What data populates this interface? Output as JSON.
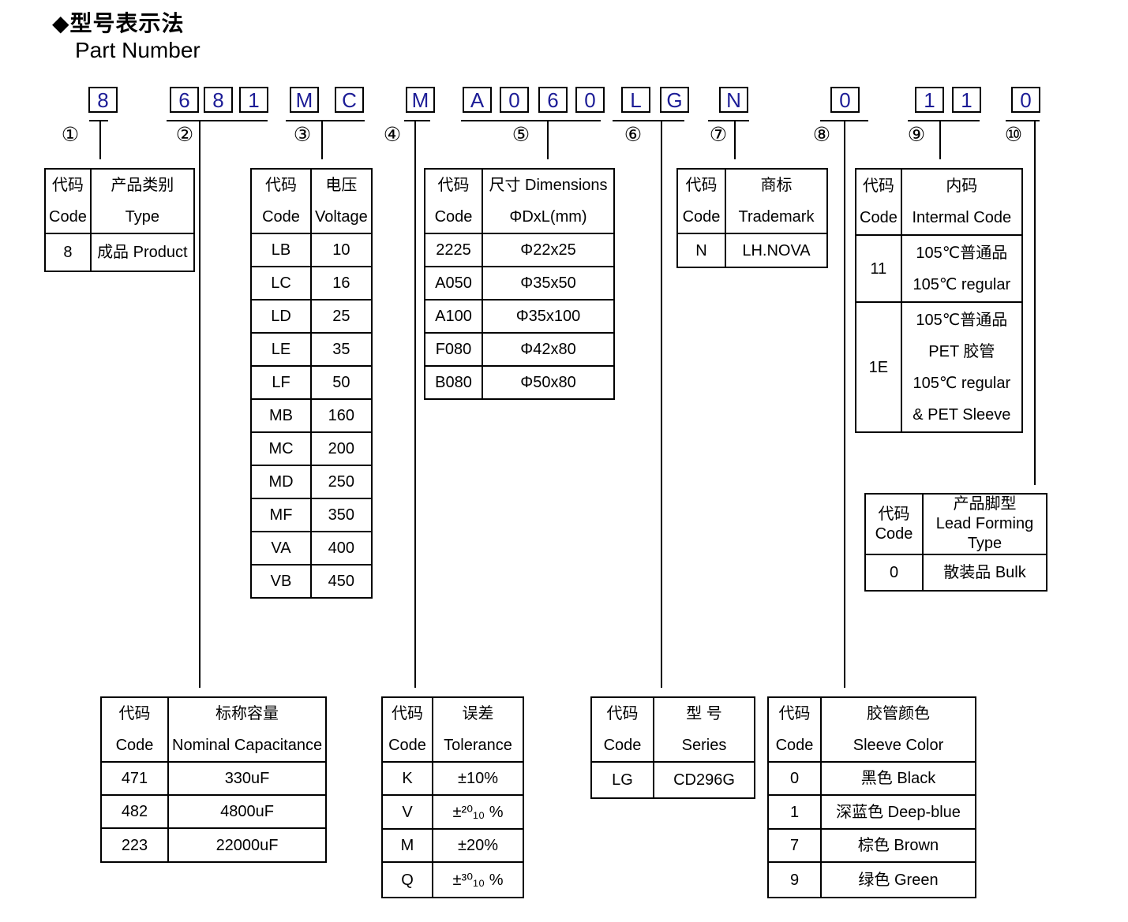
{
  "title": {
    "zh": "◆型号表示法",
    "en": "Part Number"
  },
  "part_number": {
    "boxes": [
      "8",
      "6",
      "8",
      "1",
      "M",
      "C",
      "M",
      "A",
      "0",
      "6",
      "0",
      "L",
      "G",
      "N",
      "0",
      "1",
      "1",
      "0"
    ],
    "labels": [
      "①",
      "②",
      "③",
      "④",
      "⑤",
      "⑥",
      "⑦",
      "⑧",
      "⑨",
      "⑩"
    ]
  },
  "colors": {
    "pn_char": "#1c1c96",
    "line": "#000000"
  },
  "tables": {
    "product_type": {
      "header": [
        [
          "代码",
          "Code"
        ],
        [
          "产品类别",
          "Type"
        ]
      ],
      "rows": [
        [
          [
            "8"
          ],
          [
            "成品 Product"
          ]
        ]
      ]
    },
    "voltage": {
      "header": [
        [
          "代码",
          "Code"
        ],
        [
          "电压",
          "Voltage"
        ]
      ],
      "rows": [
        [
          [
            "LB"
          ],
          [
            "10"
          ]
        ],
        [
          [
            "LC"
          ],
          [
            "16"
          ]
        ],
        [
          [
            "LD"
          ],
          [
            "25"
          ]
        ],
        [
          [
            "LE"
          ],
          [
            "35"
          ]
        ],
        [
          [
            "LF"
          ],
          [
            "50"
          ]
        ],
        [
          [
            "MB"
          ],
          [
            "160"
          ]
        ],
        [
          [
            "MC"
          ],
          [
            "200"
          ]
        ],
        [
          [
            "MD"
          ],
          [
            "250"
          ]
        ],
        [
          [
            "MF"
          ],
          [
            "350"
          ]
        ],
        [
          [
            "VA"
          ],
          [
            "400"
          ]
        ],
        [
          [
            "VB"
          ],
          [
            "450"
          ]
        ]
      ]
    },
    "dimensions": {
      "header": [
        [
          "代码",
          "Code"
        ],
        [
          "尺寸 Dimensions",
          "ΦDxL(mm)"
        ]
      ],
      "rows": [
        [
          [
            "2225"
          ],
          [
            "Φ22x25"
          ]
        ],
        [
          [
            "A050"
          ],
          [
            "Φ35x50"
          ]
        ],
        [
          [
            "A100"
          ],
          [
            "Φ35x100"
          ]
        ],
        [
          [
            "F080"
          ],
          [
            "Φ42x80"
          ]
        ],
        [
          [
            "B080"
          ],
          [
            "Φ50x80"
          ]
        ]
      ]
    },
    "trademark": {
      "header": [
        [
          "代码",
          "Code"
        ],
        [
          "商标",
          "Trademark"
        ]
      ],
      "rows": [
        [
          [
            "N"
          ],
          [
            "LH.NOVA"
          ]
        ]
      ]
    },
    "internal_code": {
      "header": [
        [
          "代码",
          "Code"
        ],
        [
          "内码",
          "Intermal Code"
        ]
      ],
      "rows": [
        [
          [
            "11"
          ],
          [
            "105℃普通品",
            "105℃ regular"
          ]
        ],
        [
          [
            "1E"
          ],
          [
            "105℃普通品",
            "PET 胶管",
            "105℃ regular",
            "& PET Sleeve"
          ]
        ]
      ]
    },
    "lead_forming": {
      "header": [
        [
          "代码",
          "Code"
        ],
        [
          "产品脚型",
          "Lead Forming",
          "Type"
        ]
      ],
      "rows": [
        [
          [
            "0"
          ],
          [
            "散装品 Bulk"
          ]
        ]
      ]
    },
    "capacitance": {
      "header": [
        [
          "代码",
          "Code"
        ],
        [
          "标称容量",
          "Nominal Capacitance"
        ]
      ],
      "rows": [
        [
          [
            "471"
          ],
          [
            "330uF"
          ]
        ],
        [
          [
            "482"
          ],
          [
            "4800uF"
          ]
        ],
        [
          [
            "223"
          ],
          [
            "22000uF"
          ]
        ]
      ]
    },
    "tolerance": {
      "header": [
        [
          "代码",
          "Code"
        ],
        [
          "误差",
          "Tolerance"
        ]
      ],
      "rows": [
        [
          [
            "K"
          ],
          [
            "±10%"
          ]
        ],
        [
          [
            "V"
          ],
          [
            "±²⁰₁₀ %"
          ]
        ],
        [
          [
            "M"
          ],
          [
            "±20%"
          ]
        ],
        [
          [
            "Q"
          ],
          [
            "±³⁰₁₀ %"
          ]
        ]
      ]
    },
    "series": {
      "header": [
        [
          "代码",
          "Code"
        ],
        [
          "型 号",
          "Series"
        ]
      ],
      "rows": [
        [
          [
            "LG"
          ],
          [
            "CD296G"
          ]
        ]
      ]
    },
    "sleeve_color": {
      "header": [
        [
          "代码",
          "Code"
        ],
        [
          "胶管颜色",
          "Sleeve Color"
        ]
      ],
      "rows": [
        [
          [
            "0"
          ],
          [
            "黑色 Black"
          ]
        ],
        [
          [
            "1"
          ],
          [
            "深蓝色 Deep-blue"
          ]
        ],
        [
          [
            "7"
          ],
          [
            "棕色 Brown"
          ]
        ],
        [
          [
            "9"
          ],
          [
            "绿色 Green"
          ]
        ]
      ]
    }
  }
}
